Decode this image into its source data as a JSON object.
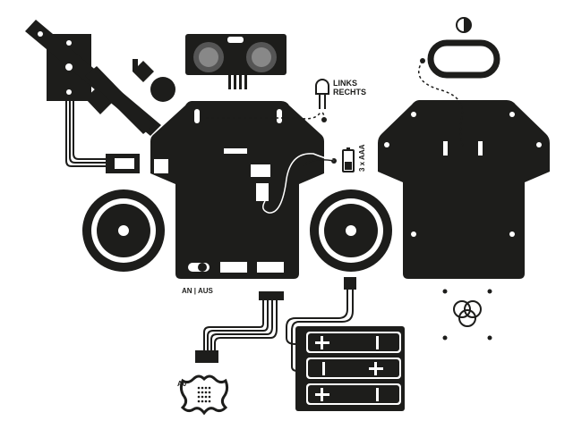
{
  "labels": {
    "led_left": "LINKS",
    "led_right": "RECHTS",
    "battery": "3 x AAA",
    "switch": "AN | AUS",
    "pin": "A0"
  },
  "colors": {
    "ink": "#1d1d1b",
    "paper": "#ffffff"
  }
}
